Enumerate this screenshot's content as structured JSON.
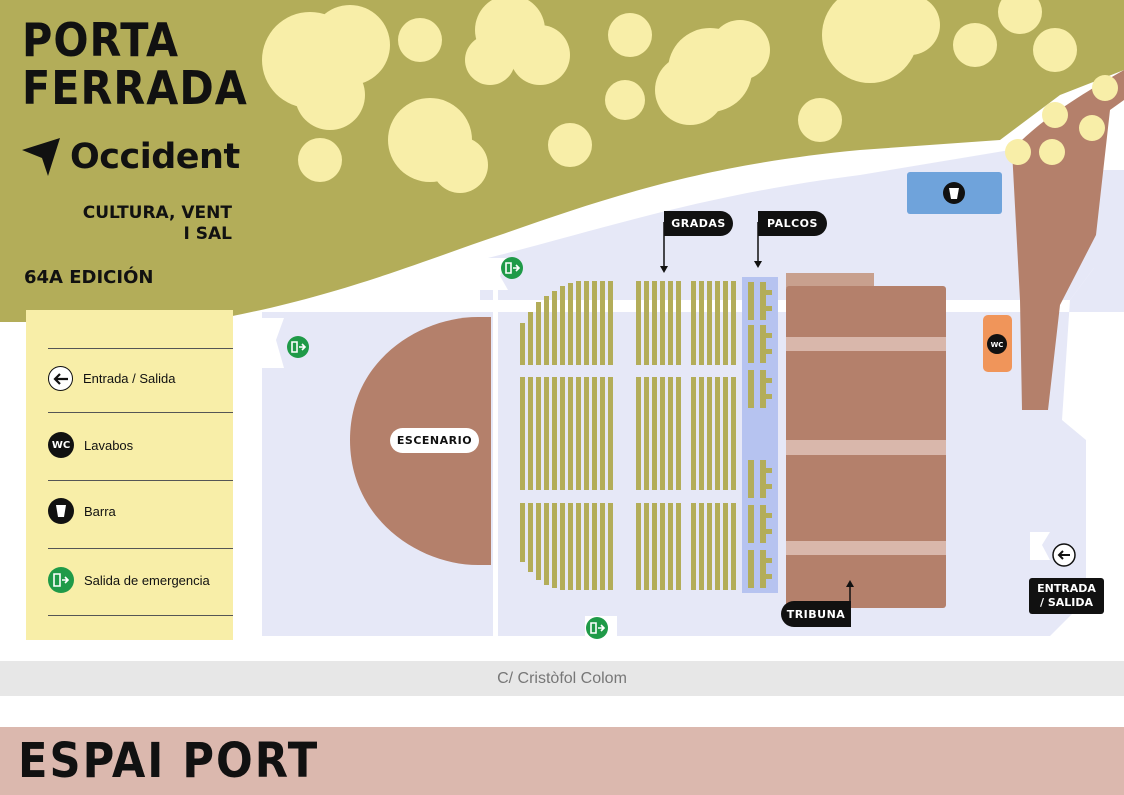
{
  "title": {
    "line1": "PORTA",
    "line2": "FERRADA"
  },
  "brand": {
    "name": "Occident",
    "logo_icon": "plane-arrow-icon"
  },
  "tagline": {
    "line1": "CULTURA, VENT",
    "line2": "I SAL"
  },
  "edition": "64A EDICIÓN",
  "legend": {
    "items": [
      {
        "icon": "entrance-arrow-icon",
        "label": "Entrada / Salida"
      },
      {
        "icon": "wc-icon",
        "label": "Lavabos"
      },
      {
        "icon": "bar-cup-icon",
        "label": "Barra"
      },
      {
        "icon": "emergency-exit-icon",
        "label": "Salida de emergencia"
      }
    ]
  },
  "map_labels": {
    "gradas": "GRADAS",
    "palcos": "PALCOS",
    "escenario": "ESCENARIO",
    "tribuna": "TRIBUNA",
    "entrada_line1": "ENTRADA",
    "entrada_line2": "/ SALIDA",
    "wc": "WC"
  },
  "street": "C/ Cristòfol Colom",
  "footer_title": "ESPAI PORT",
  "colors": {
    "park": "#b3ad59",
    "tree": "#f8eea8",
    "ground": "#e6e8f7",
    "seats": "#b3ad59",
    "stage": "#b4806b",
    "boxes": "#b6c3f0",
    "bar": "#6fa3db",
    "wc": "#f0955a",
    "emergency": "#1f9a48",
    "footer": "#dbb8ae"
  }
}
